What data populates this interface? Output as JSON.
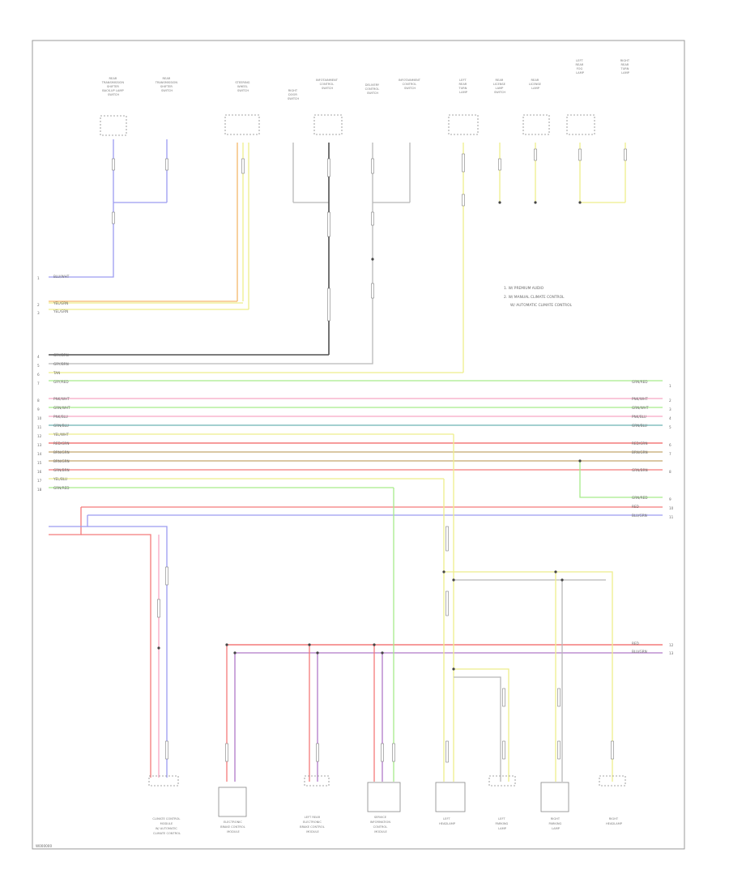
{
  "diagram": {
    "footer_code": "W000000",
    "notes": [
      "1. W/ PREMIUM AUDIO",
      "2. W/ MANUAL CLIMATE CONTROL",
      "W/ AUTOMATIC CLIMATE CONTROL"
    ],
    "top_components": [
      {
        "label": [
          "REAR",
          "TRANSMISSION",
          "SHIFTER",
          "BACK-UP LAMP",
          "SWITCH"
        ]
      },
      {
        "label": [
          "REAR",
          "TRANSMISSION",
          "SHIFTER",
          "SWITCH"
        ]
      },
      {
        "label": [
          "STEERING",
          "WHEEL",
          "SWITCH"
        ]
      },
      {
        "label": [
          "RIGHT",
          "DOOR",
          "SWITCH"
        ]
      },
      {
        "label": [
          "INFOTAINMENT",
          "CONTROL",
          "SWITCH"
        ]
      },
      {
        "label": [
          "DELIVERY",
          "CONTROL",
          "SWITCH"
        ]
      },
      {
        "label": [
          "INFOTAINMENT",
          "CONTROL",
          "SWITCH"
        ]
      },
      {
        "label": [
          "LEFT",
          "REAR",
          "TURN",
          "LAMP"
        ]
      },
      {
        "label": [
          "REAR",
          "LICENSE",
          "LAMP",
          "SWITCH"
        ]
      },
      {
        "label": [
          "REAR",
          "LICENSE",
          "LAMP"
        ]
      },
      {
        "label": [
          "LEFT",
          "REAR",
          "FOG",
          "LAMP"
        ]
      },
      {
        "label": [
          "RIGHT",
          "REAR",
          "TURN",
          "LAMP"
        ]
      }
    ],
    "left_wires": [
      {
        "pin": "1",
        "label": "BLU/WHT"
      },
      {
        "pin": "2",
        "label": "YEL/GRN"
      },
      {
        "pin": "3",
        "label": "YEL/GRN"
      },
      {
        "pin": "4",
        "label": "GRY/BRN"
      },
      {
        "pin": "5",
        "label": "GRY/BRN"
      },
      {
        "pin": "6",
        "label": "TAN"
      },
      {
        "pin": "7",
        "label": "GRY/RED"
      },
      {
        "pin": "8",
        "label": "PNK/WHT"
      },
      {
        "pin": "9",
        "label": "GRN/WHT"
      },
      {
        "pin": "10",
        "label": "PNK/BLU"
      },
      {
        "pin": "11",
        "label": "GRN/BLU"
      },
      {
        "pin": "12",
        "label": "YEL/WHT"
      },
      {
        "pin": "13",
        "label": "RED/GRN"
      },
      {
        "pin": "14",
        "label": "BRN/GRN"
      },
      {
        "pin": "15",
        "label": "BRN/GRN"
      },
      {
        "pin": "16",
        "label": "GRN/BRN"
      },
      {
        "pin": "17",
        "label": "YEL/BLU"
      },
      {
        "pin": "18",
        "label": "GRN/RED"
      }
    ],
    "right_wires": [
      {
        "pin": "1",
        "label": "GRN/RED"
      },
      {
        "pin": "2",
        "label": "PNK/WHT"
      },
      {
        "pin": "3",
        "label": "GRN/WHT"
      },
      {
        "pin": "4",
        "label": "PNK/BLU"
      },
      {
        "pin": "5",
        "label": "GRN/BLU"
      },
      {
        "pin": "6",
        "label": "RED/GRN"
      },
      {
        "pin": "7",
        "label": "BRN/GRN"
      },
      {
        "pin": "8",
        "label": "GRN/BRN"
      },
      {
        "pin": "9",
        "label": "GRN/RED"
      },
      {
        "pin": "10",
        "label": "RED"
      },
      {
        "pin": "11",
        "label": "BLU/GRN"
      },
      {
        "pin": "12",
        "label": "RED"
      },
      {
        "pin": "13",
        "label": "BLU/GRN"
      }
    ],
    "bottom_components": [
      {
        "label": [
          "CLIMATE CONTROL",
          "MODULE",
          "W/ AUTOMATIC",
          "CLIMATE CONTROL"
        ]
      },
      {
        "label": [
          "ELECTRONIC",
          "BRAKE CONTROL",
          "MODULE"
        ]
      },
      {
        "label": [
          "LEFT REAR",
          "ELECTRONIC",
          "BRAKE CONTROL",
          "MODULE"
        ]
      },
      {
        "label": [
          "SERVICE",
          "INFORMATION",
          "CONTROL",
          "MODULE"
        ]
      },
      {
        "label": [
          "LEFT",
          "HEADLAMP"
        ]
      },
      {
        "label": [
          "LEFT",
          "PARKING",
          "LAMP"
        ]
      },
      {
        "label": [
          "RIGHT",
          "PARKING",
          "LAMP"
        ]
      },
      {
        "label": [
          "RIGHT",
          "HEADLAMP"
        ]
      }
    ],
    "colors": {
      "blue": "#9c9cf0",
      "yellow": "#eeee8c",
      "orange": "#f4b86a",
      "red": "#f47a7a",
      "pink": "#f7a8c4",
      "green": "#a8ec8a",
      "teal": "#6cb4b4",
      "brown": "#c4a66e",
      "purple": "#b07ac8",
      "black": "#505050",
      "gray": "#b8b8b8"
    }
  }
}
